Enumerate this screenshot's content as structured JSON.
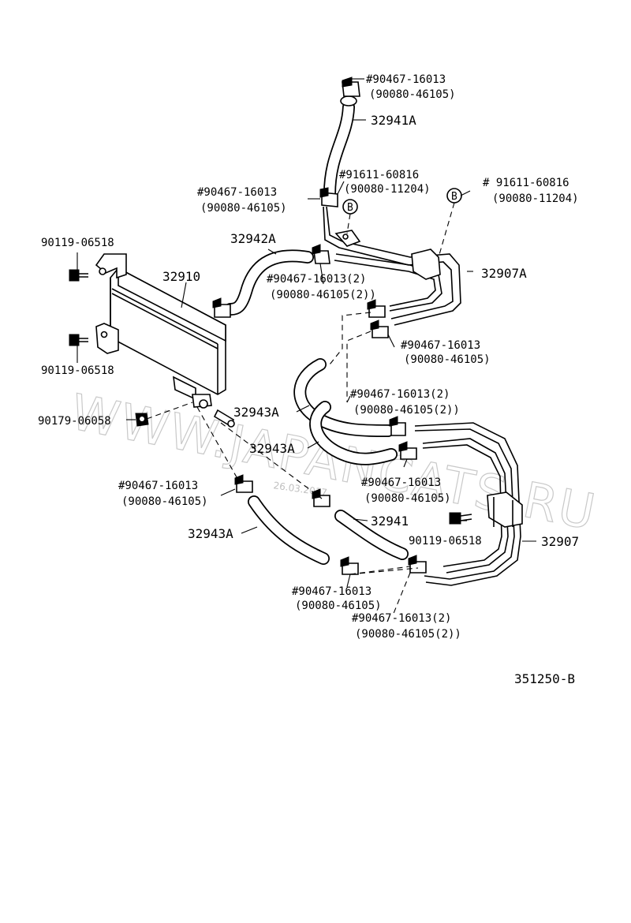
{
  "diagram_code": "351250-B",
  "watermark": {
    "text": "WWW.JAPANCATS.RU",
    "date": "26.03.2017"
  },
  "labels": {
    "clamp_top_a": "#90467-16013",
    "clamp_top_b": "(90080-46105)",
    "hose_32941A": "32941A",
    "clip_mid_a": "#91611-60816",
    "clip_mid_b": "(90080-11204)",
    "clip_right_a": "# 91611-60816",
    "clip_right_b": "(90080-11204)",
    "clamp_left_a": "#90467-16013",
    "clamp_left_b": "(90080-46105)",
    "bolt_top": "90119-06518",
    "hose_32942A": "32942A",
    "cooler_32910": "32910",
    "clamp2_a": "#90467-16013(2)",
    "clamp2_b": "(90080-46105(2))",
    "pipe_32907A": "32907A",
    "clamp_r1_a": "#90467-16013",
    "clamp_r1_b": "(90080-46105)",
    "bolt_mid": "90119-06518",
    "clamp_c2_a": "#90467-16013(2)",
    "clamp_c2_b": "(90080-46105(2))",
    "nut_left": "90179-06058",
    "hose_32943A_1": "32943A",
    "hose_32943A_2": "32943A",
    "clamp_c3_a": "#90467-16013",
    "clamp_c3_b": "(90080-46105)",
    "clamp_l3_a": "#90467-16013",
    "clamp_l3_b": "(90080-46105)",
    "hose_32941": "32941",
    "bolt_right": "90119-06518",
    "hose_32943A_3": "32943A",
    "pipe_32907": "32907",
    "clamp_b1_a": "#90467-16013",
    "clamp_b1_b": "(90080-46105)",
    "clamp_b2_a": "#90467-16013(2)",
    "clamp_b2_b": "(90080-46105(2))",
    "ref_b_1": "B",
    "ref_b_2": "B"
  }
}
